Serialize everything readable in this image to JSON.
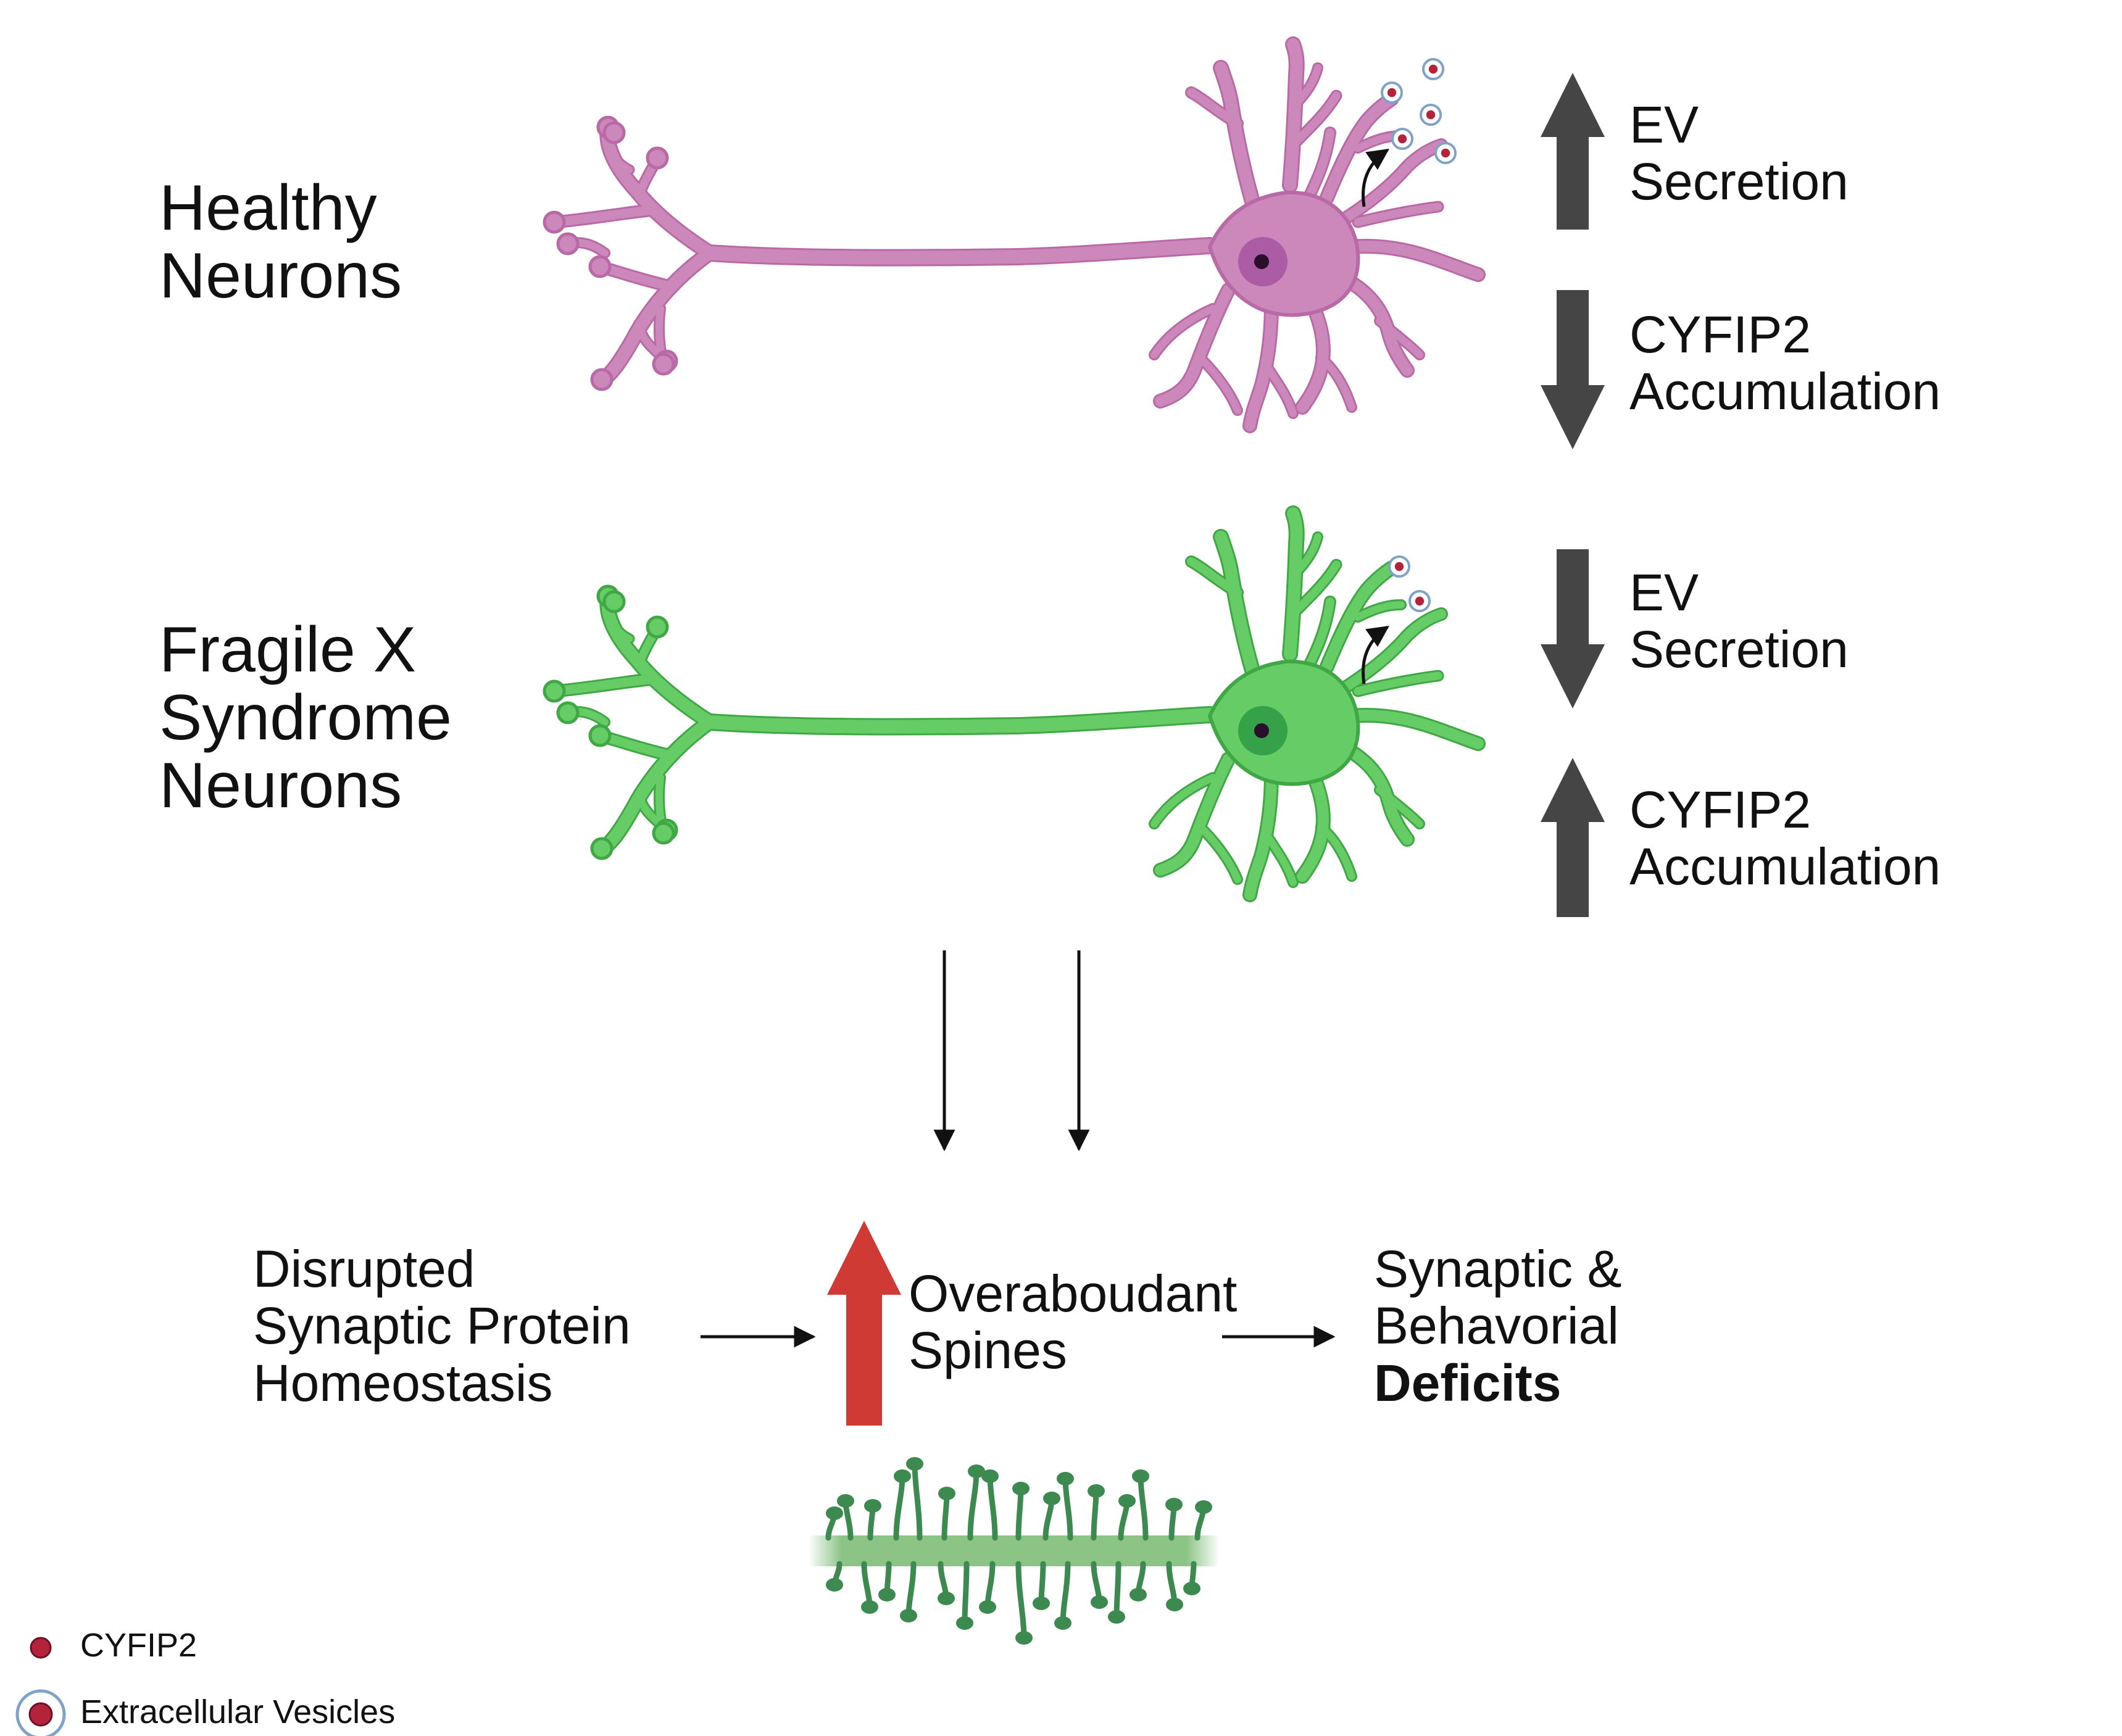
{
  "healthy": {
    "title": [
      "Healthy",
      "Neurons"
    ],
    "ev": [
      "EV",
      "Secretion"
    ],
    "cyfip": [
      "CYFIP2",
      "Accumulation"
    ],
    "neuron_color": "#cc88bb",
    "neuron_stroke": "#b96aa6",
    "nucleus_color": "#a455a0",
    "ev_direction": "up",
    "cyfip_direction": "down"
  },
  "fxs": {
    "title": [
      "Fragile X",
      "Syndrome",
      "Neurons"
    ],
    "ev": [
      "EV",
      "Secretion"
    ],
    "cyfip": [
      "CYFIP2",
      "Accumulation"
    ],
    "neuron_color": "#66cc66",
    "neuron_stroke": "#3fa845",
    "nucleus_color": "#2d9a45",
    "ev_direction": "down",
    "cyfip_direction": "up"
  },
  "outcome": {
    "left": [
      "Disrupted",
      "Synaptic Protein",
      "Homeostasis"
    ],
    "middle": [
      "Overaboudant",
      "Spines"
    ],
    "right": [
      "Synaptic &",
      "Behavorial",
      "Deficits"
    ]
  },
  "legend": {
    "cyfip2": "CYFIP2",
    "vesicles": "Extracellular Vesicles"
  },
  "colors": {
    "dark_arrow": "#454545",
    "red_arrow": "#d03a35",
    "spine_green": "#3d8a50",
    "shaft_green": "#8cc486",
    "cyfip_red": "#b3243c",
    "vesicle_ring": "#7fa2c8"
  }
}
